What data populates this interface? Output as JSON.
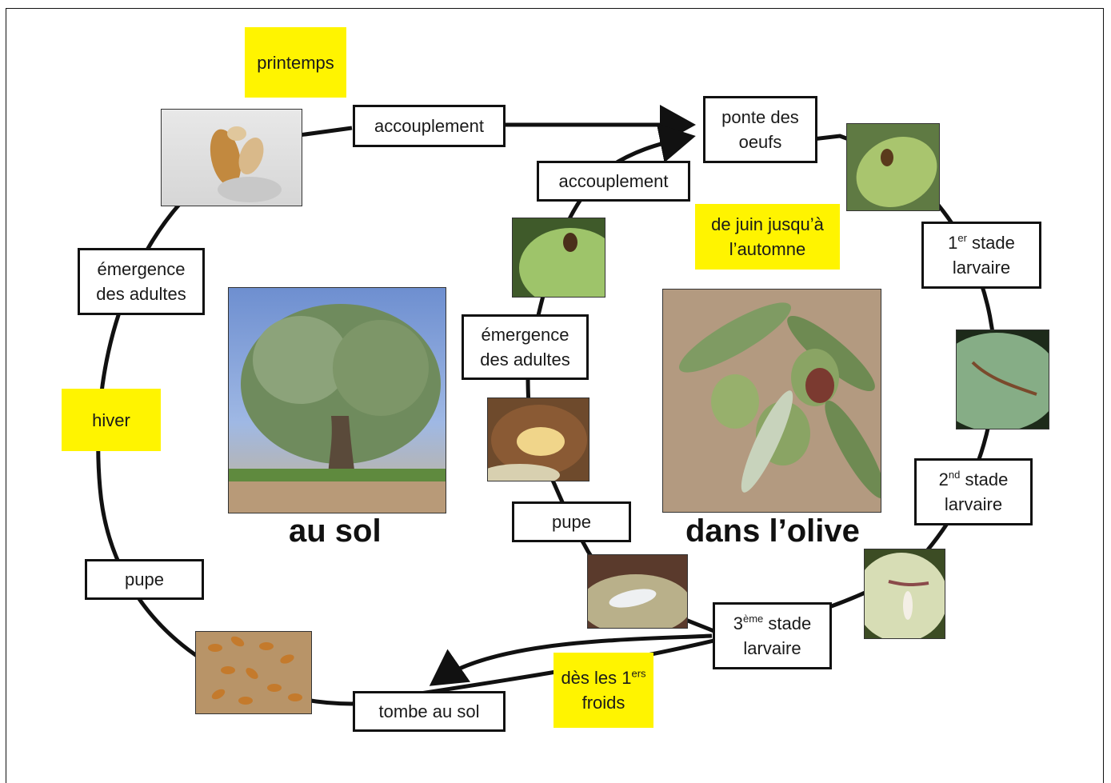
{
  "cycle_labels": {
    "accouplement_top": "accouplement",
    "ponte_line1": "ponte des",
    "ponte_line2": "oeufs",
    "stade1_num": "1",
    "stade1_sup": "er",
    "stade1_word": " stade",
    "stade1_line2": "larvaire",
    "stade2_num": "2",
    "stade2_sup": "nd",
    "stade2_word": " stade",
    "stade2_line2": "larvaire",
    "stade3_num": "3",
    "stade3_sup": "ème",
    "stade3_word": " stade",
    "stade3_line2": "larvaire",
    "tombe": "tombe au sol",
    "pupe_left": "pupe",
    "emergence_left_line1": "émergence",
    "emergence_left_line2": "des adultes",
    "accouplement_inner": "accouplement",
    "emergence_inner_line1": "émergence",
    "emergence_inner_line2": "des adultes",
    "pupe_inner": "pupe"
  },
  "season_flags": {
    "printemps": "printemps",
    "hiver": "hiver",
    "juin_line1": "de juin jusqu’à",
    "juin_line2": "l’automne",
    "froids_prefix": "dès les 1",
    "froids_sup": "ers",
    "froids_line2": "froids"
  },
  "captions": {
    "au_sol": "au sol",
    "dans_olive": "dans l’olive"
  },
  "colors": {
    "flag": "#fff400",
    "outline": "#111111",
    "olive_green": "#9dbf6b",
    "soil": "#b89468"
  }
}
